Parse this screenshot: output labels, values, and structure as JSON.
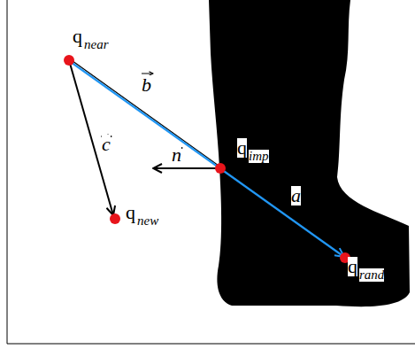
{
  "diagram": {
    "labels": [
      "q",
      "near",
      "b",
      "c",
      "n",
      "q",
      "imp",
      "a",
      "q",
      "new",
      "q",
      "rand"
    ]
  }
}
